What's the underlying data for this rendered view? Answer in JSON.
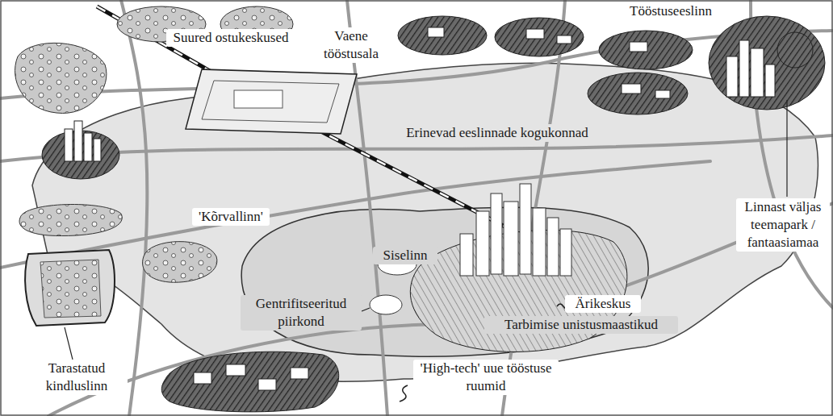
{
  "diagram": {
    "labels": [
      "Suured ostukeskused",
      "Vaene tööstusala",
      "Tööstuseeslinn",
      "Erinevad eeslinnade kogukonnad",
      "Linnast väljas teemapark / fantaasiamaa",
      "Siselinn",
      "'Kõrvallinn'",
      "Ärikeskus",
      "Tarbimise unistusmaastikud",
      "Gentrifitseeritud piirkond",
      "Tarastatud kindluslinn",
      "'High-tech' uue tööstuse ruumid"
    ]
  }
}
